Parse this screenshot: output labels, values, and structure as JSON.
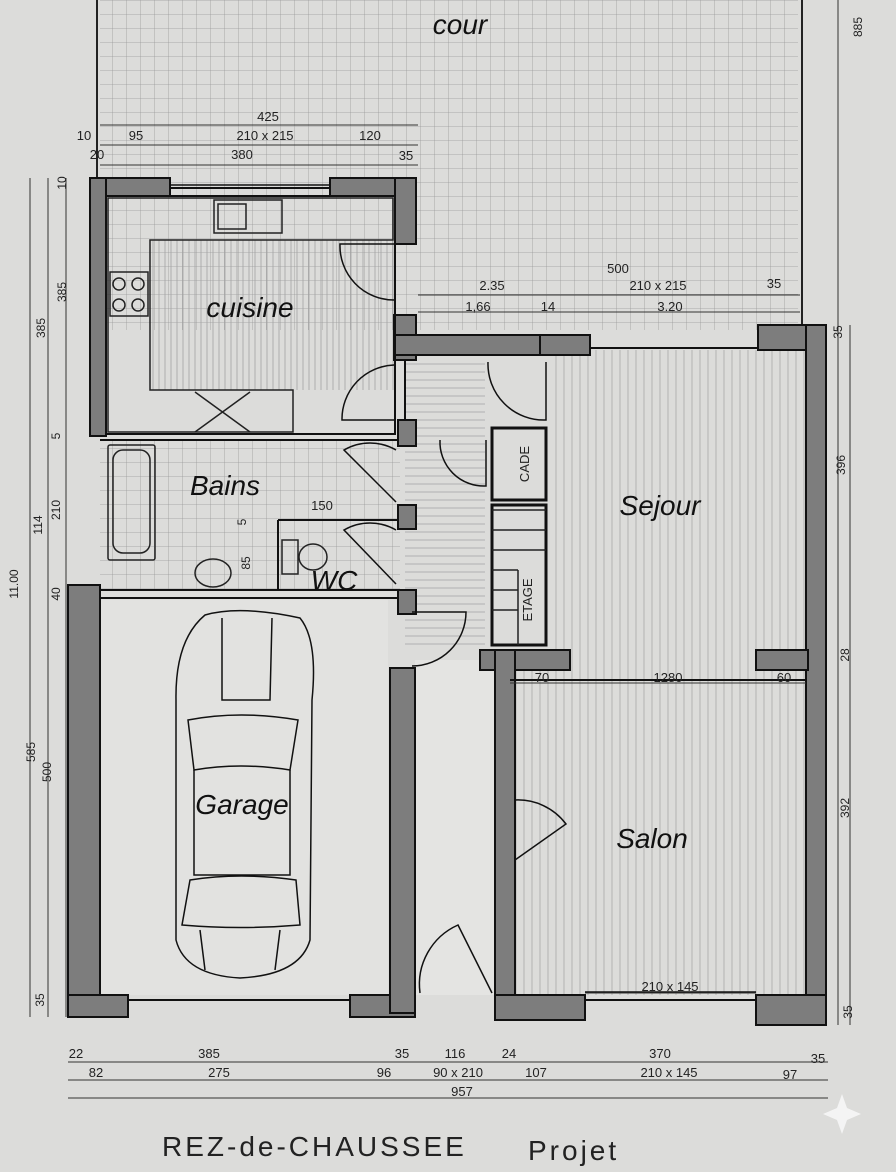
{
  "rooms": {
    "cour": "cour",
    "cuisine": "cuisine",
    "bains": "Bains",
    "wc": "WC",
    "sejour": "Sejour",
    "salon": "Salon",
    "garage": "Garage",
    "cade": "CADE",
    "etage": "ETAGE"
  },
  "top_dims": {
    "d425": "425",
    "d10": "10",
    "d95": "95",
    "d210x215": "210 x 215",
    "d120": "120",
    "d20": "20",
    "d380": "380",
    "d35": "35"
  },
  "mid_dims": {
    "d500": "500",
    "d235": "2.35",
    "d210x215": "210 x 215",
    "d35": "35",
    "d166": "1,66",
    "d14": "14",
    "d320": "3.20"
  },
  "inner_dims": {
    "d150": "150",
    "d5": "5",
    "d85": "85",
    "d70": "70",
    "d1280": "1280",
    "d60": "60",
    "d210x145": "210 x 145"
  },
  "left_dims": {
    "d10": "10",
    "d385a": "385",
    "d385b": "385",
    "d5": "5",
    "d114": "114",
    "d210": "210",
    "d40": "40",
    "d1100": "11.00",
    "d585": "585",
    "d500": "500",
    "d35": "35"
  },
  "right_dims": {
    "d885": "885",
    "d35a": "35",
    "d396": "396",
    "d28": "28",
    "d392": "392",
    "d35b": "35"
  },
  "bottom_dims": {
    "d22": "22",
    "d385": "385",
    "d35a": "35",
    "d116": "116",
    "d24": "24",
    "d370": "370",
    "d35b": "35",
    "d82": "82",
    "d275": "275",
    "d96": "96",
    "d90x210": "90 x 210",
    "d107": "107",
    "d210x145": "210 x 145",
    "d97": "97",
    "d957": "957"
  },
  "title": {
    "main": "REZ-de-CHAUSSEE",
    "sub": "Projet"
  }
}
